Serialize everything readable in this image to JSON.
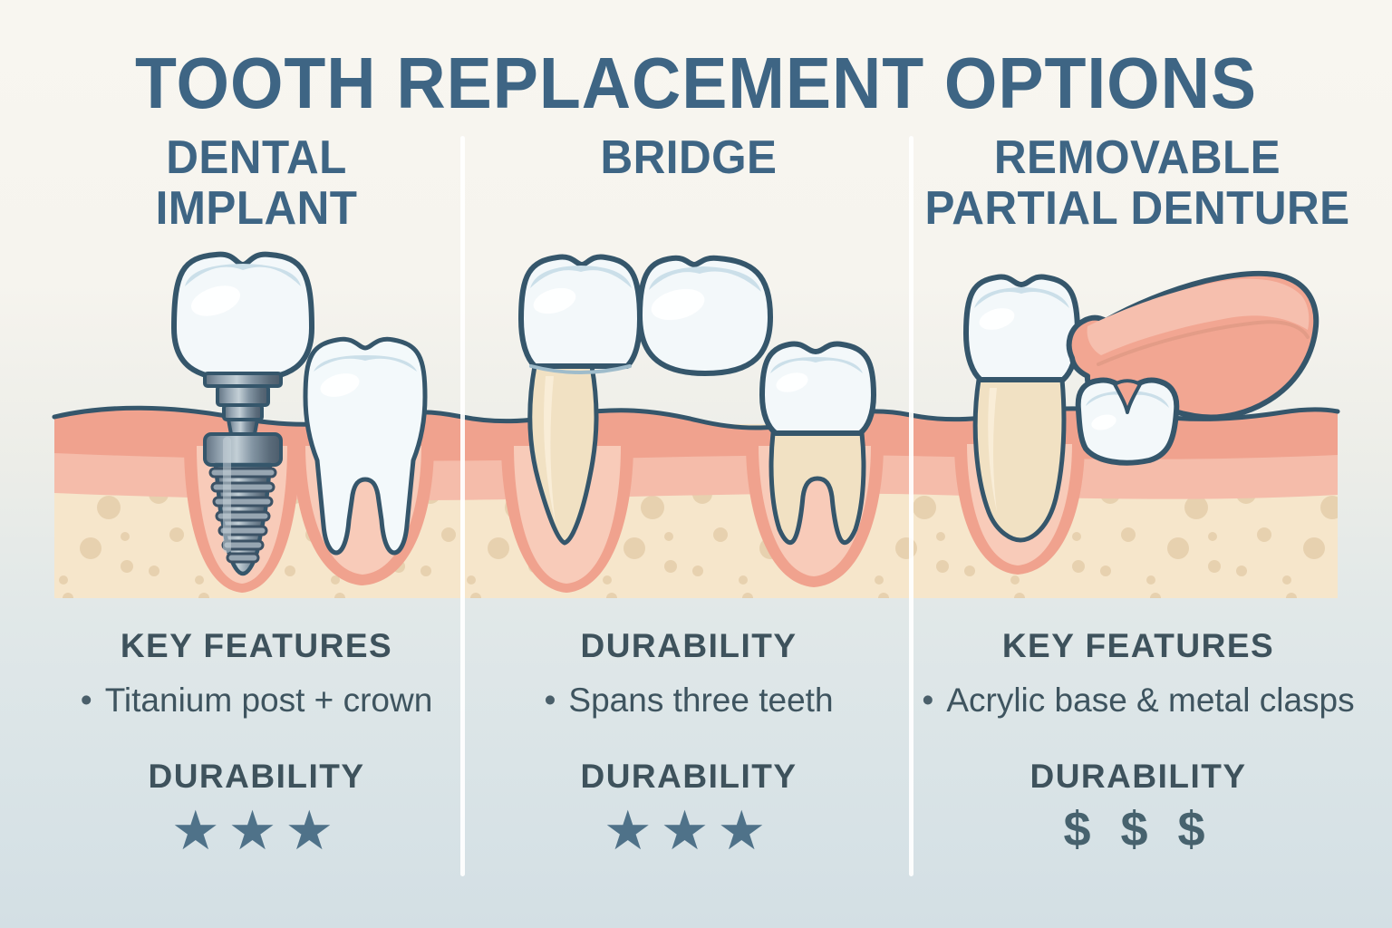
{
  "title": "TOOTH REPLACEMENT OPTIONS",
  "columns": [
    {
      "id": "dental-implant",
      "header": {
        "line1": "DENTAL",
        "line2": "IMPLANT"
      },
      "features_heading": "KEY FEATURES",
      "bullet": {
        "marker": "•",
        "text": "Titanium post + crown"
      },
      "durability_heading": "DURABILITY",
      "rating": {
        "type": "stars",
        "count": 3,
        "display": "★★★"
      }
    },
    {
      "id": "bridge",
      "header": {
        "line1": "BRIDGE",
        "line2": ""
      },
      "features_heading": "DURABILITY",
      "bullet": {
        "marker": "•",
        "text": "Spans three teeth"
      },
      "durability_heading": "DURABILITY",
      "rating": {
        "type": "stars",
        "count": 3,
        "display": "★★★"
      }
    },
    {
      "id": "removable-partial-denture",
      "header": {
        "line1": "REMOVABLE",
        "line2": "PARTIAL DENTURE"
      },
      "features_heading": "KEY FEATURES",
      "bullet": {
        "marker": "•",
        "text": "Acrylic base & metal clasps"
      },
      "durability_heading": "DURABILITY",
      "rating": {
        "type": "dollars",
        "count": 3,
        "display": "$ $ $"
      }
    }
  ],
  "colors": {
    "heading_text": "#3e6584",
    "body_text": "#3e525c",
    "star": "#4f7289",
    "dollar": "#47626e",
    "divider": "#ffffff",
    "background_top": "#f8f6f0",
    "background_bottom": "#d3dfe4",
    "gum_dark": "#f0a28e",
    "gum_light": "#f5bcaa",
    "gum_pocket": "#f8cbb9",
    "bone": "#f6e6cb",
    "bone_speckle": "#e3cca8",
    "tooth_fill": "#f3f8fa",
    "tooth_shade": "#cbdfe9",
    "root_fill": "#f1e1c3",
    "outline": "#35566b",
    "metal_light": "#c3cfd6",
    "metal_dark": "#4c5c6b"
  }
}
